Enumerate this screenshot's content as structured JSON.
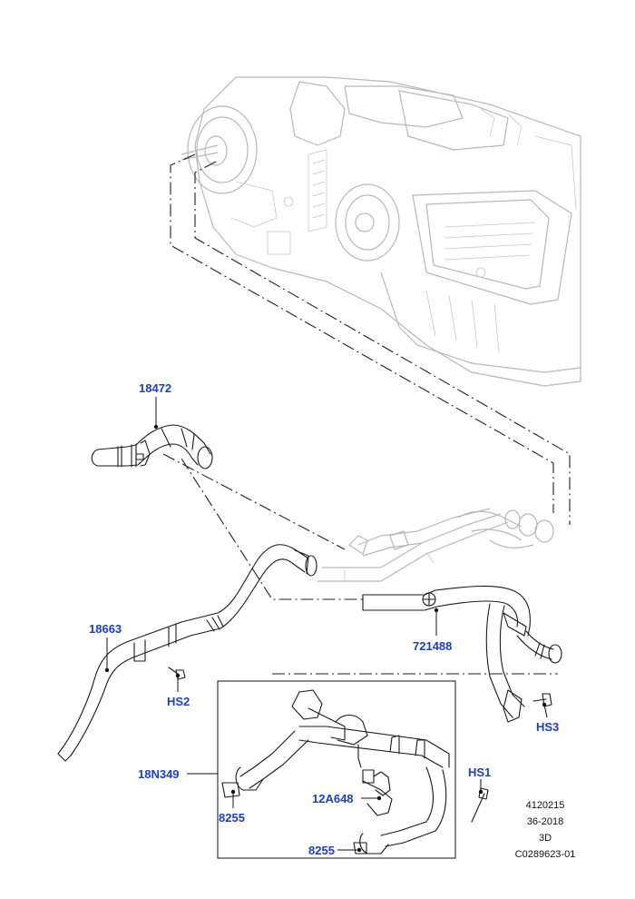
{
  "callouts": {
    "hose_upper": "18472",
    "hose_left": "18663",
    "hose_right": "721488",
    "bolt_hs2": "HS2",
    "bolt_hs3": "HS3",
    "bolt_hs1": "HS1",
    "manifold": "18N349",
    "sensor": "12A648",
    "clip_left": "8255",
    "clip_bottom": "8255"
  },
  "reference": {
    "line1": "4120215",
    "line2": "36-2018",
    "line3": "3D",
    "line4": "C0289623-01"
  },
  "colors": {
    "callout": "#1f3fbf",
    "line": "#1a1a1a",
    "background_part": "#b8b8b8"
  }
}
